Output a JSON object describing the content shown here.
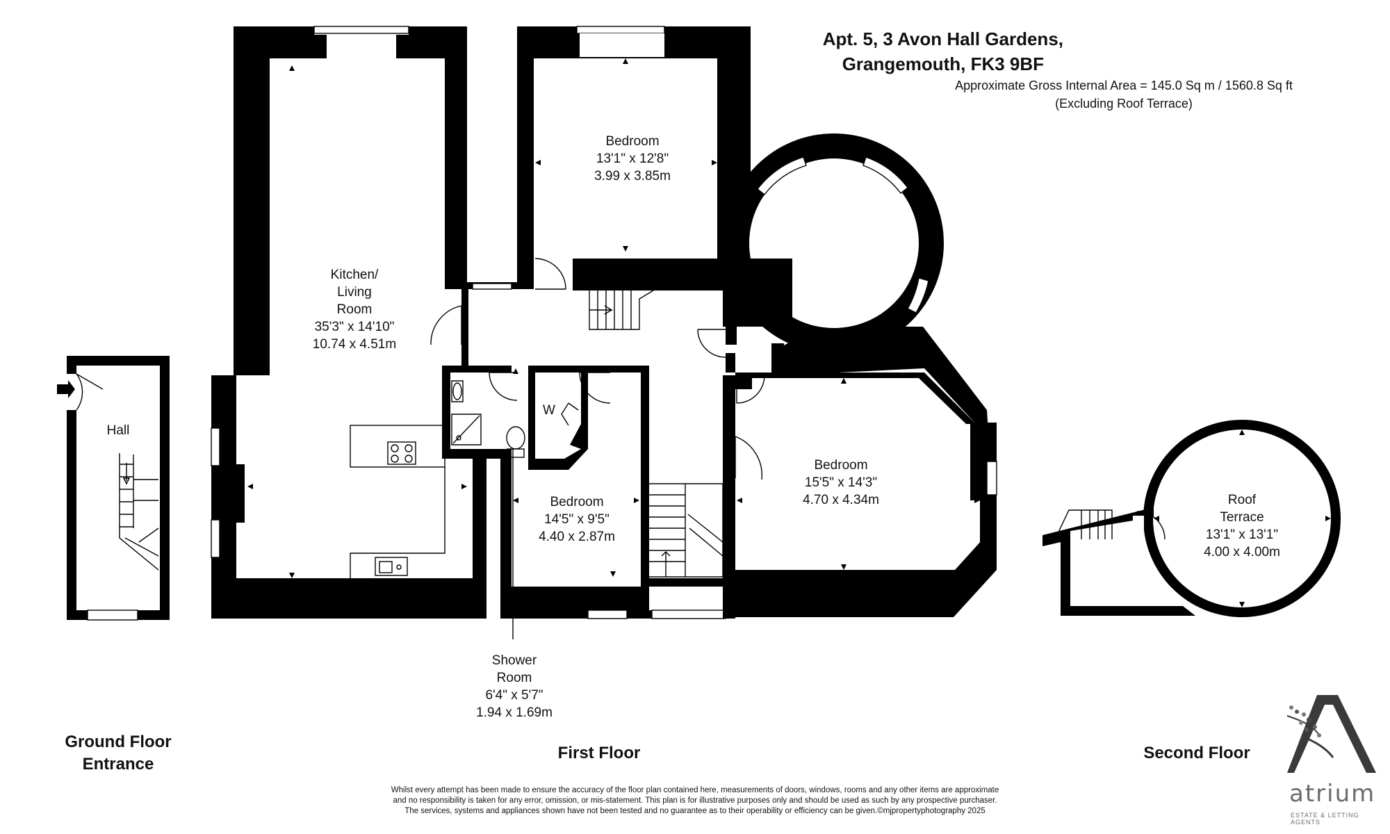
{
  "header": {
    "address_line1": "Apt. 5, 3 Avon Hall Gardens,",
    "address_line2": "Grangemouth, FK3 9BF",
    "area_line": "Approximate Gross Internal Area = 145.0 Sq m / 1560.8 Sq ft",
    "area_note": "(Excluding Roof Terrace)"
  },
  "rooms": {
    "kitchen": {
      "l1": "Kitchen/",
      "l2": "Living",
      "l3": "Room",
      "imperial": "35'3\" x 14'10\"",
      "metric": "10.74 x 4.51m"
    },
    "bedroom_top": {
      "name": "Bedroom",
      "imperial": "13'1\" x 12'8\"",
      "metric": "3.99 x 3.85m"
    },
    "bedroom_right": {
      "name": "Bedroom",
      "imperial": "15'5\" x 14'3\"",
      "metric": "4.70 x 4.34m"
    },
    "bedroom_mid": {
      "name": "Bedroom",
      "imperial": "14'5\" x 9'5\"",
      "metric": "4.40 x 2.87m"
    },
    "shower": {
      "l1": "Shower",
      "l2": "Room",
      "imperial": "6'4\" x 5'7\"",
      "metric": "1.94 x 1.69m"
    },
    "hall": {
      "name": "Hall"
    },
    "wardrobe": {
      "name": "W"
    },
    "roof_terrace": {
      "l1": "Roof",
      "l2": "Terrace",
      "imperial": "13'1\" x 13'1\"",
      "metric": "4.00 x 4.00m"
    }
  },
  "floors": {
    "ground_l1": "Ground Floor",
    "ground_l2": "Entrance",
    "first": "First Floor",
    "second": "Second Floor"
  },
  "disclaimer": {
    "l1": "Whilst every attempt has been made to ensure the accuracy of the floor plan contained here, measurements of doors, windows, rooms and any other items are approximate",
    "l2": "and no responsibility is taken for any error, omission, or mis-statement. This plan is for illustrative purposes only and should be used as such by any prospective purchaser.",
    "l3": "The services, systems and appliances shown have not been tested and no guarantee as to their operability or efficiency can be given.©mjpropertyphotography 2025"
  },
  "logo": {
    "mark": "A",
    "name": "atrium",
    "tagline": "ESTATE & LETTING AGENTS"
  },
  "icons": [
    "entrance-arrow-icon",
    "hob-icon",
    "sink-icon",
    "toilet-icon",
    "basin-icon",
    "shower-tray-icon",
    "staircase-icon"
  ]
}
